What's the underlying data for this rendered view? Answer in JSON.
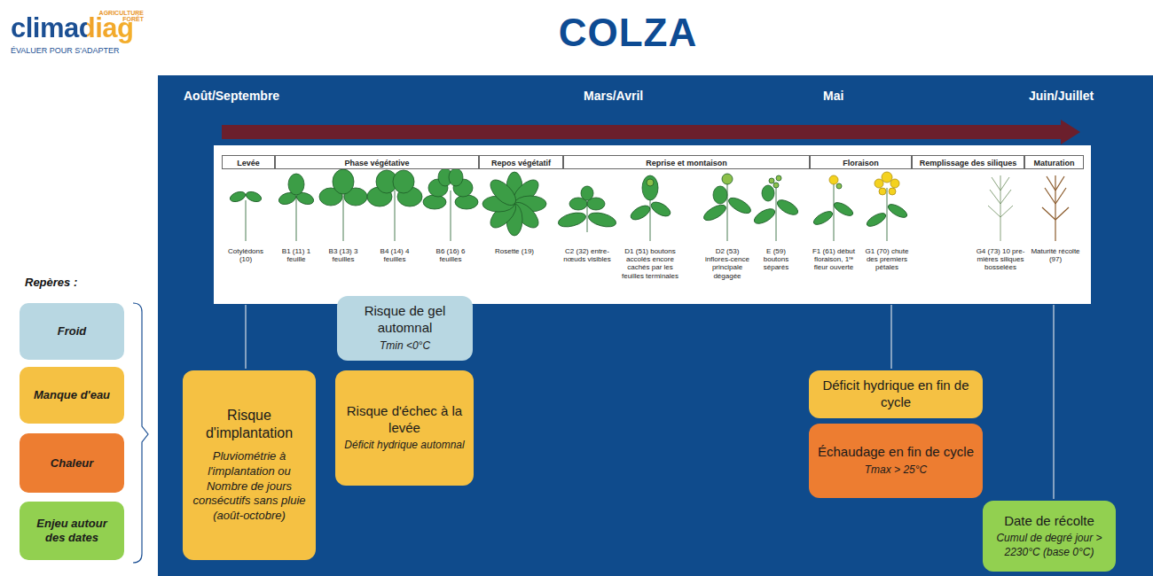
{
  "diagram": {
    "title": "COLZA",
    "nodes": [
      {
        "text": [
          "Risque de gel automnal",
          "Tmin <0°C"
        ]
      },
      {
        "text": [
          "Risque d'implantation",
          "Pluviométrie à l'implantation ou Nombre de jours consécutifs sans pluie (août-octobre)"
        ]
      },
      {
        "text": [
          "Risque d'échec à la levée",
          "Déficit hydrique automnal"
        ]
      },
      {
        "text": [
          "Déficit hydrique en fin de cycle"
        ]
      },
      {
        "text": [
          "Échaudage en fin de cycle",
          "Tmax > 25°C"
        ]
      },
      {
        "text": [
          "Date de récolte",
          "Cumul de degré jour > 2230°C (base 0°C)"
        ]
      }
    ],
    "labels": [
      "climadiag",
      "AGRICULTURE FORÊT",
      "ÉVALUER POUR S'ADAPTER",
      "Août/Septembre",
      "Mars/Avril",
      "Mai",
      "Juin/Juillet",
      "Levée",
      "Phase végétative",
      "Repos végétatif",
      "Reprise et montaison",
      "Floraison",
      "Remplissage des siliques",
      "Maturation",
      "Cotylédons (10)",
      "B1 (11) 1 feuille",
      "B3 (13) 3 feuilles",
      "B4 (14) 4 feuilles",
      "B6 (16) 6 feuilles",
      "Rosette (19)",
      "C2 (32) entre-nœuds visibles",
      "D1 (51) boutons accolés encore cachés par les feuilles terminales",
      "D2 (53) inflores-cence principale dégagée",
      "E (59) boutons séparés",
      "F1 (61) début floraison, 1ʳᵉ fleur ouverte",
      "G1 (70) chute des premiers pétales",
      "G4 (73) 10 pre-mières siliques bosselées",
      "Maturité récolte (97)",
      "Repères :"
    ],
    "legend": [
      {
        "text": "Froid",
        "color": "#b8d7e2"
      },
      {
        "text": "Manque d'eau",
        "color": "#f5c143"
      },
      {
        "text": "Chaleur",
        "color": "#ed7d31"
      },
      {
        "text": "Enjeu autour des dates",
        "color": "#92d050"
      }
    ]
  }
}
